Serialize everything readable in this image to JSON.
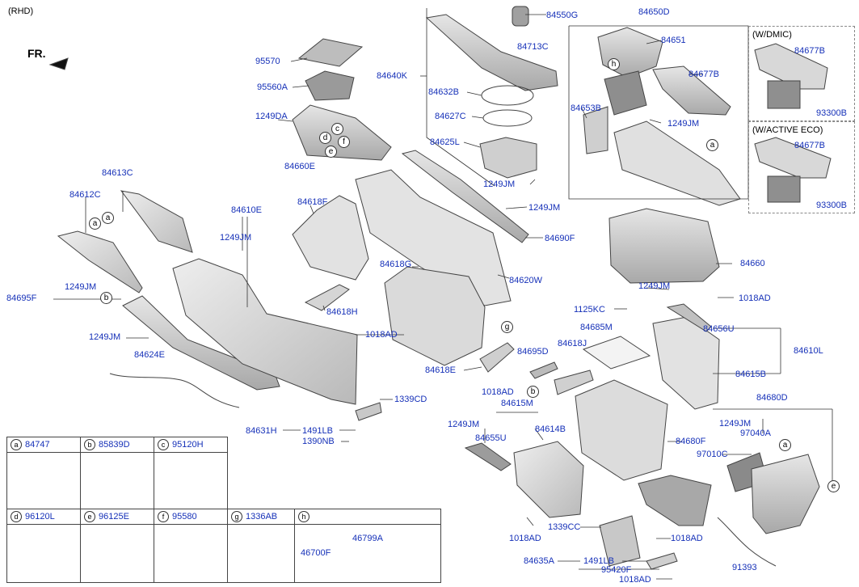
{
  "header": {
    "variant": "(RHD)",
    "front_label": "FR."
  },
  "variants": {
    "dmic": "(W/DMIC)",
    "active_eco": "(W/ACTIVE ECO)"
  },
  "circle_letters": {
    "a": "a",
    "b": "b",
    "c": "c",
    "d": "d",
    "e": "e",
    "f": "f",
    "g": "g",
    "h": "h"
  },
  "parts": {
    "p84550G": "84550G",
    "p84650D": "84650D",
    "p84713C": "84713C",
    "p84651": "84651",
    "p84640K": "84640K",
    "p84632B": "84632B",
    "p84627C": "84627C",
    "p84625L": "84625L",
    "p1249JM_cup": "1249JM",
    "p84653B": "84653B",
    "p84677B_main": "84677B",
    "p1249JM_shift": "1249JM",
    "p84677B_dmic": "84677B",
    "p93300B_dmic": "93300B",
    "p84677B_eco": "84677B",
    "p93300B_eco": "93300B",
    "p95570": "95570",
    "p95560A": "95560A",
    "p1249DA": "1249DA",
    "p84660E": "84660E",
    "p84613C": "84613C",
    "p84612C": "84612C",
    "p84610E": "84610E",
    "p1249JM_left": "1249JM",
    "p84618F": "84618F",
    "p1249JM_top": "1249JM",
    "p84690F": "84690F",
    "p84660": "84660",
    "p84618G": "84618G",
    "p84620W": "84620W",
    "p84695F": "84695F",
    "p1249JM_b": "1249JM",
    "p84618H": "84618H",
    "p1249JM_low": "1249JM",
    "p1018AD_mid": "1018AD",
    "p84624E": "84624E",
    "p1249JM_arm": "1249JM",
    "p1018AD_arm": "1018AD",
    "p1125KC": "1125KC",
    "p84685M": "84685M",
    "p84656U": "84656U",
    "p84618J": "84618J",
    "p84695D": "84695D",
    "p84610L": "84610L",
    "p84615B": "84615B",
    "p84618E": "84618E",
    "p1018AD_g": "1018AD",
    "p1339CD": "1339CD",
    "p84615M": "84615M",
    "p84680D": "84680D",
    "p84631H": "84631H",
    "p1491LB_l": "1491LB",
    "p1390NB": "1390NB",
    "p1249JM_br": "1249JM",
    "p84614B": "84614B",
    "p1249JM_r": "1249JM",
    "p97040A": "97040A",
    "p84655U": "84655U",
    "p84680F": "84680F",
    "p97010C": "97010C",
    "p1018AD_bot": "1018AD",
    "p1339CC": "1339CC",
    "p1018AD_br": "1018AD",
    "p84635A": "84635A",
    "p1491LB_b": "1491LB",
    "p95420F": "95420F",
    "p1018AD_last": "1018AD",
    "p91393": "91393"
  },
  "legend": [
    {
      "letter": "a",
      "part": "84747"
    },
    {
      "letter": "b",
      "part": "85839D"
    },
    {
      "letter": "c",
      "part": "95120H"
    },
    {
      "letter": "d",
      "part": "96120L"
    },
    {
      "letter": "e",
      "part": "96125E"
    },
    {
      "letter": "f",
      "part": "95580"
    },
    {
      "letter": "g",
      "part": "1336AB"
    },
    {
      "letter": "h",
      "part": "",
      "sub": {
        "assembly": "46700F",
        "item1": "46799A"
      }
    }
  ],
  "colors": {
    "label": "#1530b8",
    "part_fill": "#d7d7d7",
    "part_stroke": "#444444",
    "line": "#333333"
  }
}
